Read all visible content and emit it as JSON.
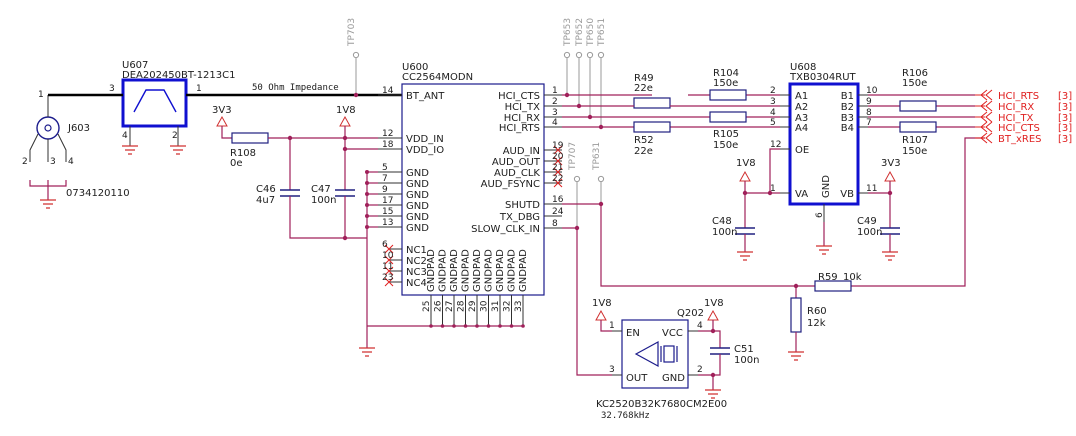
{
  "colors": {
    "wire": "#a0205a",
    "bold_box": "#1010d0",
    "net_label": "#e02020",
    "test_point": "#9a9a9a",
    "ground": "#d03030"
  },
  "u600": {
    "ref": "U600",
    "part": "CC2564MODN",
    "left_pins": [
      {
        "num": "14",
        "name": "BT_ANT"
      },
      {
        "num": "12",
        "name": "VDD_IN"
      },
      {
        "num": "18",
        "name": "VDD_IO"
      },
      {
        "num": "5",
        "name": "GND"
      },
      {
        "num": "7",
        "name": "GND"
      },
      {
        "num": "9",
        "name": "GND"
      },
      {
        "num": "17",
        "name": "GND"
      },
      {
        "num": "15",
        "name": "GND"
      },
      {
        "num": "13",
        "name": "GND"
      },
      {
        "num": "6",
        "name": "NC1"
      },
      {
        "num": "10",
        "name": "NC2"
      },
      {
        "num": "11",
        "name": "NC3"
      },
      {
        "num": "23",
        "name": "NC4"
      }
    ],
    "right_pins": [
      {
        "num": "1",
        "name": "HCI_CTS"
      },
      {
        "num": "2",
        "name": "HCI_TX"
      },
      {
        "num": "3",
        "name": "HCI_RX"
      },
      {
        "num": "4",
        "name": "HCI_RTS"
      },
      {
        "num": "19",
        "name": "AUD_IN"
      },
      {
        "num": "20",
        "name": "AUD_OUT"
      },
      {
        "num": "21",
        "name": "AUD_CLK"
      },
      {
        "num": "22",
        "name": "AUD_FSYNC"
      },
      {
        "num": "16",
        "name": "SHUTD"
      },
      {
        "num": "24",
        "name": "TX_DBG"
      },
      {
        "num": "8",
        "name": "SLOW_CLK_IN"
      }
    ],
    "bottom_pins": [
      {
        "num": "25",
        "name": "GNDPAD"
      },
      {
        "num": "26",
        "name": "GNDPAD"
      },
      {
        "num": "27",
        "name": "GNDPAD"
      },
      {
        "num": "28",
        "name": "GNDPAD"
      },
      {
        "num": "29",
        "name": "GNDPAD"
      },
      {
        "num": "30",
        "name": "GNDPAD"
      },
      {
        "num": "31",
        "name": "GNDPAD"
      },
      {
        "num": "32",
        "name": "GNDPAD"
      },
      {
        "num": "33",
        "name": "GNDPAD"
      }
    ]
  },
  "u607": {
    "ref": "U607",
    "part": "DEA202450BT-1213C1",
    "pins": [
      "3",
      "1",
      "4",
      "2"
    ]
  },
  "j603": {
    "ref": "J603",
    "part": "0734120110",
    "pins": [
      "1",
      "2",
      "3",
      "4"
    ]
  },
  "impedance": "50 Ohm Impedance",
  "u608": {
    "ref": "U608",
    "part": "TXB0304RUT",
    "left_pins": [
      {
        "num": "2",
        "name": "A1"
      },
      {
        "num": "3",
        "name": "A2"
      },
      {
        "num": "4",
        "name": "A3"
      },
      {
        "num": "5",
        "name": "A4"
      },
      {
        "num": "12",
        "name": "OE"
      },
      {
        "num": "1",
        "name": "VA"
      }
    ],
    "right_pins": [
      {
        "num": "10",
        "name": "B1"
      },
      {
        "num": "9",
        "name": "B2"
      },
      {
        "num": "8",
        "name": "B3"
      },
      {
        "num": "7",
        "name": "B4"
      },
      {
        "num": "11",
        "name": "VB"
      }
    ],
    "gnd": {
      "num": "6",
      "name": "GND"
    }
  },
  "q202": {
    "ref": "Q202",
    "part": "KC2520B32K7680CM2E00",
    "freq": "32.768kHz",
    "pins": [
      {
        "num": "1",
        "name": "EN"
      },
      {
        "num": "4",
        "name": "VCC"
      },
      {
        "num": "3",
        "name": "OUT"
      },
      {
        "num": "2",
        "name": "GND"
      }
    ]
  },
  "resistors": [
    {
      "ref": "R108",
      "value": "0e"
    },
    {
      "ref": "R49",
      "value": "22e"
    },
    {
      "ref": "R52",
      "value": "22e"
    },
    {
      "ref": "R104",
      "value": "150e"
    },
    {
      "ref": "R105",
      "value": "150e"
    },
    {
      "ref": "R106",
      "value": "150e"
    },
    {
      "ref": "R107",
      "value": "150e"
    },
    {
      "ref": "R59",
      "value": "10k"
    },
    {
      "ref": "R60",
      "value": "12k"
    }
  ],
  "capacitors": [
    {
      "ref": "C46",
      "value": "4u7"
    },
    {
      "ref": "C47",
      "value": "100n"
    },
    {
      "ref": "C48",
      "value": "100n"
    },
    {
      "ref": "C49",
      "value": "100n"
    },
    {
      "ref": "C51",
      "value": "100n"
    }
  ],
  "power": {
    "v3v3": "3V3",
    "v1v8": "1V8"
  },
  "test_points": [
    "TP703",
    "TP653",
    "TP652",
    "TP650",
    "TP651",
    "TP707",
    "TP631"
  ],
  "net_labels": [
    {
      "name": "HCI_RTS",
      "sheet": "[3]"
    },
    {
      "name": "HCI_RX",
      "sheet": "[3]"
    },
    {
      "name": "HCI_TX",
      "sheet": "[3]"
    },
    {
      "name": "HCI_CTS",
      "sheet": "[3]"
    },
    {
      "name": "BT_xRES",
      "sheet": "[3]"
    }
  ]
}
